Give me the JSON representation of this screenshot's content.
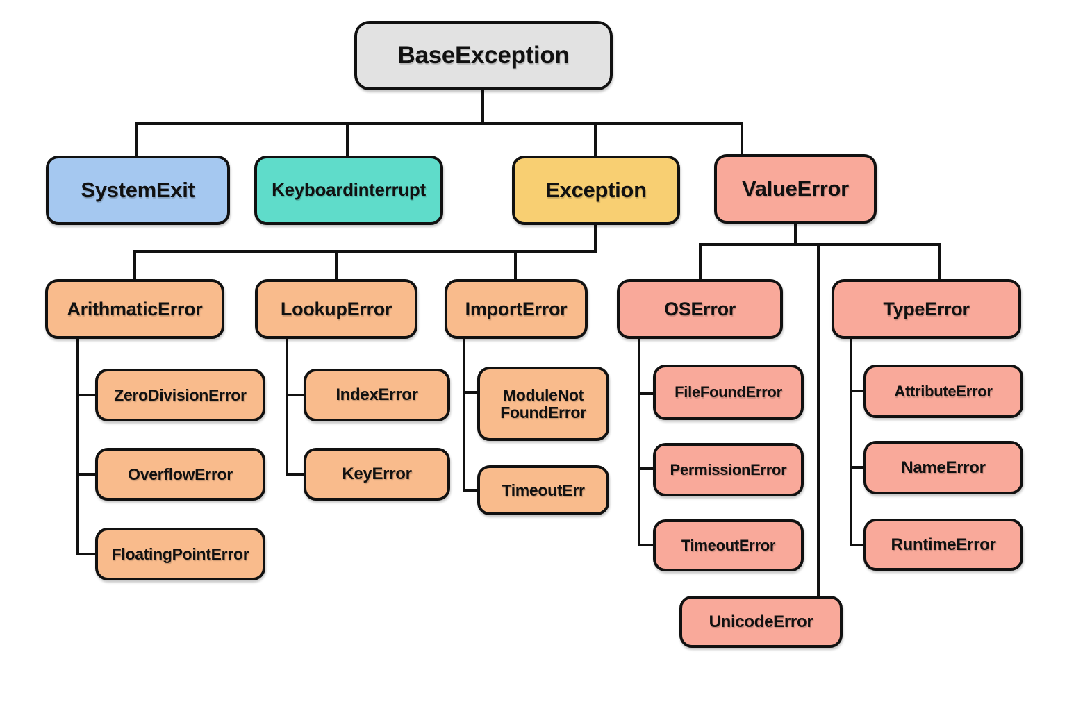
{
  "diagram": {
    "type": "tree-hierarchy",
    "background": "#ffffff",
    "line_color": "#111111",
    "palette": {
      "gray": "#e2e2e2",
      "blue": "#a5c8f0",
      "teal": "#5fdcca",
      "yellow": "#f8cf72",
      "salmon": "#f9a99a",
      "orange": "#f9bb8c"
    }
  },
  "nodes": {
    "base_exception": {
      "label": "BaseException",
      "color": "#e2e2e2",
      "parent": null
    },
    "system_exit": {
      "label": "SystemExit",
      "color": "#a5c8f0",
      "parent": "BaseException"
    },
    "keyboard_interrupt": {
      "label": "Keyboardinterrupt",
      "color": "#5fdcca",
      "parent": "BaseException"
    },
    "exception": {
      "label": "Exception",
      "color": "#f8cf72",
      "parent": "BaseException"
    },
    "value_error": {
      "label": "ValueError",
      "color": "#f9a99a",
      "parent": "BaseException"
    },
    "arithmatic_error": {
      "label": "ArithmaticError",
      "color": "#f9bb8c",
      "parent": "Exception"
    },
    "lookup_error": {
      "label": "LookupError",
      "color": "#f9bb8c",
      "parent": "Exception"
    },
    "import_error": {
      "label": "ImportError",
      "color": "#f9bb8c",
      "parent": "Exception"
    },
    "os_error": {
      "label": "OSError",
      "color": "#f9a99a",
      "parent": "ValueError"
    },
    "type_error": {
      "label": "TypeError",
      "color": "#f9a99a",
      "parent": "ValueError"
    },
    "zero_division_error": {
      "label": "ZeroDivisionError",
      "color": "#f9bb8c",
      "parent": "ArithmaticError"
    },
    "overflow_error": {
      "label": "OverflowError",
      "color": "#f9bb8c",
      "parent": "ArithmaticError"
    },
    "floating_point_error": {
      "label": "FloatingPointError",
      "color": "#f9bb8c",
      "parent": "ArithmaticError"
    },
    "index_error": {
      "label": "IndexError",
      "color": "#f9bb8c",
      "parent": "LookupError"
    },
    "key_error": {
      "label": "KeyError",
      "color": "#f9bb8c",
      "parent": "LookupError"
    },
    "module_not_found_error": {
      "label": "ModuleNot FoundError",
      "color": "#f9bb8c",
      "parent": "ImportError"
    },
    "timeout_err": {
      "label": "TimeoutErr",
      "color": "#f9bb8c",
      "parent": "ImportError"
    },
    "file_found_error": {
      "label": "FileFoundError",
      "color": "#f9a99a",
      "parent": "OSError"
    },
    "permission_error": {
      "label": "PermissionError",
      "color": "#f9a99a",
      "parent": "OSError"
    },
    "timeout_error": {
      "label": "TimeoutError",
      "color": "#f9a99a",
      "parent": "OSError"
    },
    "attribute_error": {
      "label": "AttributeError",
      "color": "#f9a99a",
      "parent": "TypeError"
    },
    "name_error": {
      "label": "NameError",
      "color": "#f9a99a",
      "parent": "TypeError"
    },
    "runtime_error": {
      "label": "RuntimeError",
      "color": "#f9a99a",
      "parent": "TypeError"
    },
    "unicode_error": {
      "label": "UnicodeError",
      "color": "#f9a99a",
      "parent": "ValueError"
    }
  }
}
